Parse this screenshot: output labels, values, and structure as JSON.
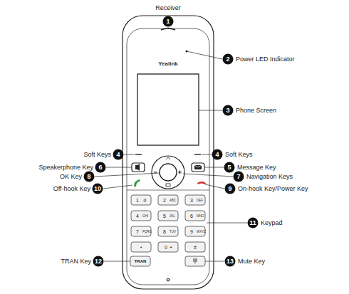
{
  "diagram": {
    "labels": [
      "Receiver",
      "1",
      "2",
      "Power LED Indicator",
      "Yealink",
      "3",
      "Phone Screen",
      "Soft Keys",
      "4",
      "4",
      "Soft Keys",
      "Speakerphone Key",
      "6",
      "5",
      "Message Key",
      "OK Key",
      "8",
      "7",
      "Navigation Keys",
      "Off-hook Key",
      "10",
      "9",
      "On-hook Key/Power Key",
      "11",
      "Keypad",
      "TRAN Key",
      "12",
      "TRAN",
      "13",
      "Mute Key",
      "1",
      ".@",
      "2",
      "ABC",
      "3",
      "DEF",
      "4",
      "GHI",
      "5",
      "JKL",
      "6",
      "MNO",
      "7",
      "PQRS",
      "8",
      "TUV",
      "9",
      "WXYZ",
      "*",
      "0",
      "+",
      "#"
    ]
  }
}
